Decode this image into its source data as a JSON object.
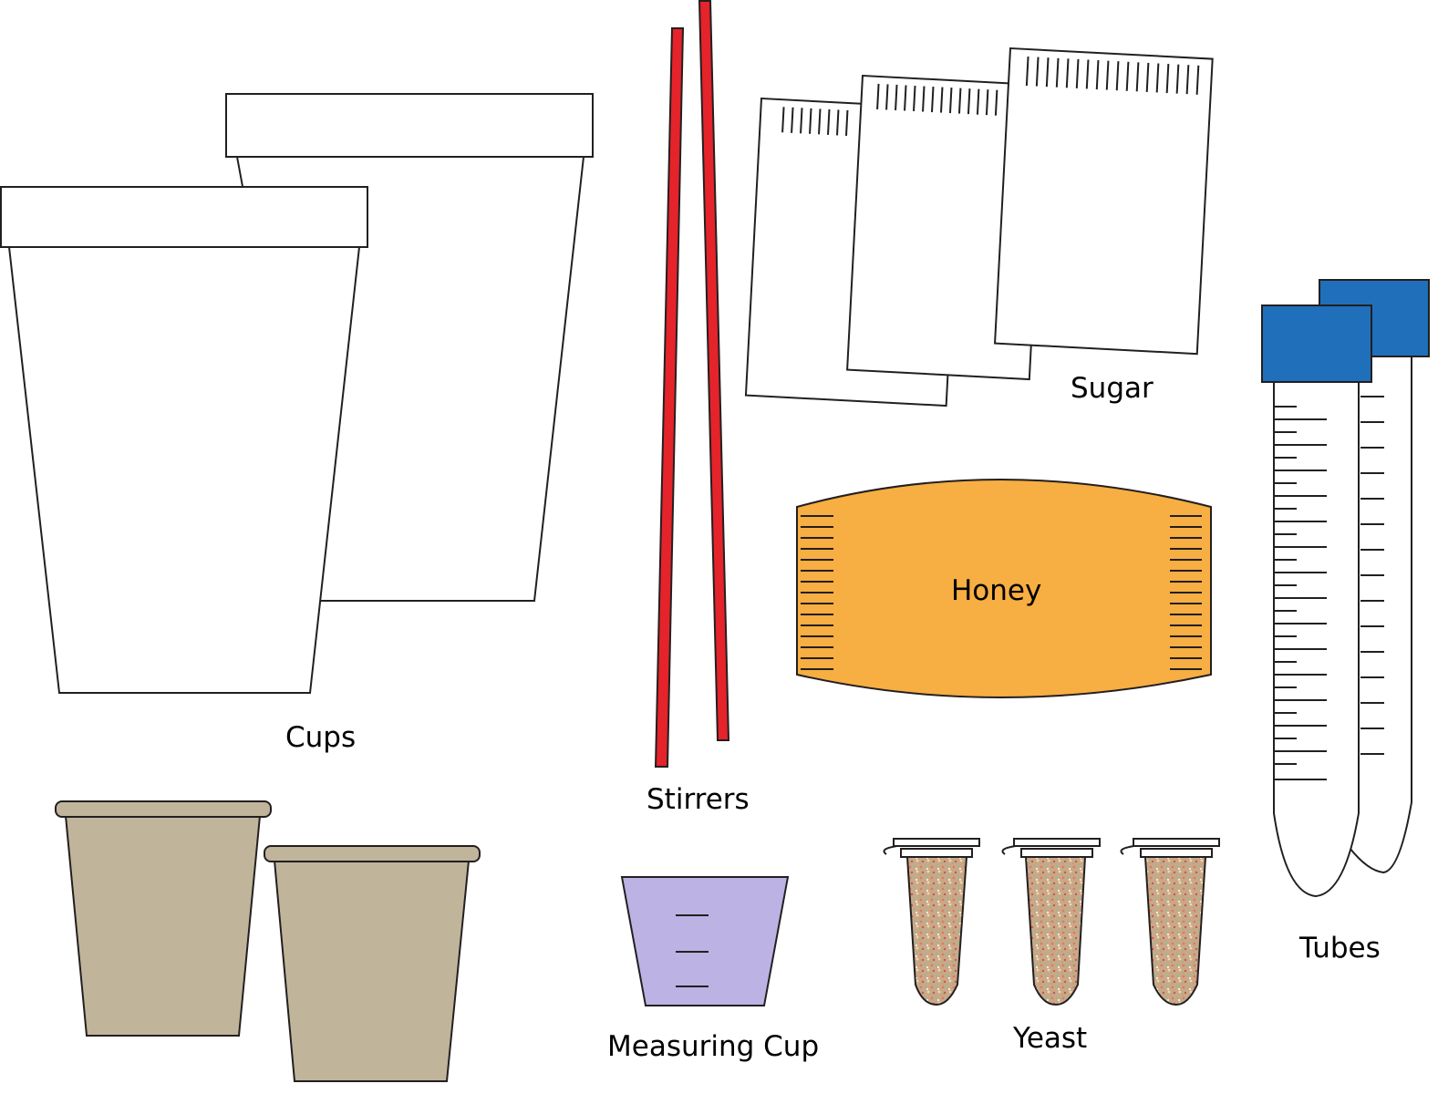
{
  "labels": {
    "cups": "Cups",
    "stirrers": "Stirrers",
    "sugar": "Sugar",
    "honey": "Honey",
    "tubes": "Tubes",
    "measuring_cup": "Measuring Cup",
    "yeast": "Yeast"
  },
  "colors": {
    "outline": "#231f20",
    "stirrer": "#e5232a",
    "honey": "#f7ae42",
    "tube_cap": "#1f6fba",
    "measuring_cup": "#bcb2e4",
    "small_cup": "#c0b49b",
    "yeast": "#c9a88a"
  },
  "icons": [
    "cup-icon",
    "stirrer-icon",
    "sugar-packet-icon",
    "honey-packet-icon",
    "tube-icon",
    "measuring-cup-icon",
    "small-cup-icon",
    "yeast-tube-icon"
  ]
}
